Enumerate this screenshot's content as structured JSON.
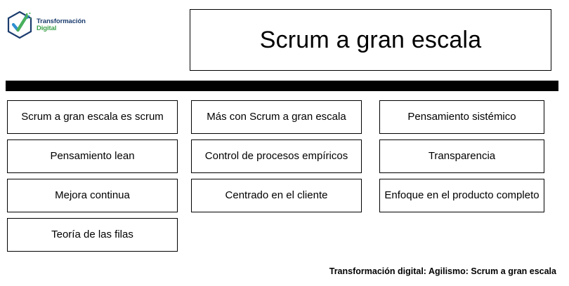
{
  "brand": {
    "logo_icon": "hexagon-check-logo-icon",
    "line1": "Transformación",
    "line2": "Digital",
    "colors": {
      "navy": "#1b3c6e",
      "green": "#3aa04a",
      "teal": "#2a9d8f"
    }
  },
  "title": {
    "text": "Scrum a gran escala"
  },
  "divider": {
    "color": "#000000"
  },
  "columns": [
    {
      "id": "column-1",
      "boxes": [
        {
          "label": "Scrum a gran escala es scrum"
        },
        {
          "label": "Pensamiento lean"
        },
        {
          "label": "Mejora continua"
        },
        {
          "label": "Teoría de las filas"
        }
      ]
    },
    {
      "id": "column-2",
      "boxes": [
        {
          "label": "Más con Scrum a gran escala"
        },
        {
          "label": "Control de procesos empíricos"
        },
        {
          "label": "Centrado en el cliente"
        }
      ]
    },
    {
      "id": "column-3",
      "boxes": [
        {
          "label": "Pensamiento sistémico"
        },
        {
          "label": "Transparencia"
        },
        {
          "label": "Enfoque en el producto completo"
        }
      ]
    }
  ],
  "footer": {
    "text": "Transformación digital: Agilismo: Scrum a gran escala"
  }
}
